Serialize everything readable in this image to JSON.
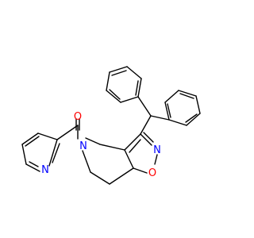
{
  "molecule": {
    "atoms": {
      "carbonyl_oxygen": "O",
      "piperidine_nitrogen": "N",
      "pyridine_nitrogen": "N",
      "isoxazole_nitrogen": "N",
      "isoxazole_oxygen": "O"
    }
  },
  "colors": {
    "bond": "#000000",
    "nitrogen": "#0000ff",
    "oxygen": "#ff0000",
    "background": "#ffffff"
  }
}
